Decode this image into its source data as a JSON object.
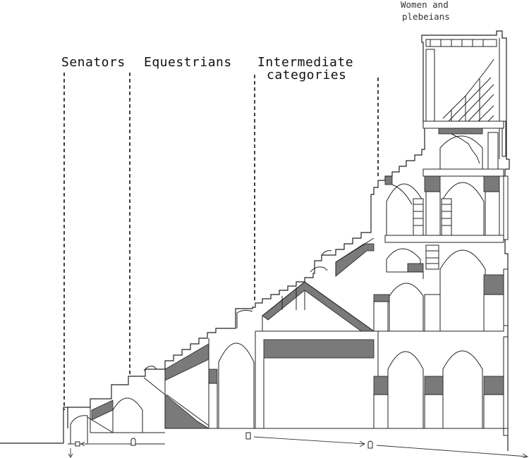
{
  "labels": {
    "top": "Women and\nplebeians",
    "top_line1": "Women and",
    "top_line2": "plebeians",
    "senators": "Senators",
    "equestrians": "Equestrians",
    "intermediate_line1": "Intermediate",
    "intermediate_line2": "categories"
  },
  "colors": {
    "line": "#222222",
    "shade": "#7a7a7a",
    "background": "#ffffff"
  }
}
